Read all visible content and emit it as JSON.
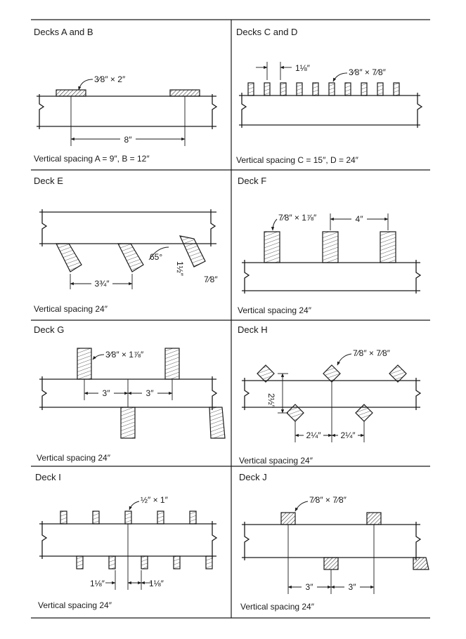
{
  "panels": {
    "ab": {
      "title": "Decks A and B",
      "spacing": "Vertical spacing  A = 9″, B = 12″",
      "dim_size": "3⁄8″ × 2″",
      "dim_gap": "8″"
    },
    "cd": {
      "title": "Decks C and D",
      "spacing": "Vertical spacing  C = 15″, D = 24″",
      "dim_gap": "1⅛″",
      "dim_size": "3⁄8″ × 7⁄8″"
    },
    "e": {
      "title": "Deck E",
      "spacing": "Vertical spacing 24″",
      "dim_gap": "3¾″",
      "dim_angle": "65°",
      "dim_depth": "1½″",
      "dim_thk": "7⁄8″"
    },
    "f": {
      "title": "Deck F",
      "spacing": "Vertical spacing 24″",
      "dim_size": "7⁄8″ × 1⅞″",
      "dim_gap": "4″"
    },
    "g": {
      "title": "Deck G",
      "spacing": "Vertical spacing 24″",
      "dim_size": "3⁄8″ × 1⅞″",
      "dim_gap1": "3″",
      "dim_gap2": "3″"
    },
    "h": {
      "title": "Deck H",
      "spacing": "Vertical spacing 24″",
      "dim_size": "7⁄8″ × 7⁄8″",
      "dim_vert": "2½″",
      "dim_gap1": "2¼″",
      "dim_gap2": "2¼″"
    },
    "i": {
      "title": "Deck I",
      "spacing": "Vertical spacing 24″",
      "dim_size": "½″ × 1″",
      "dim_gap1": "1⅛″",
      "dim_gap2": "1⅛″"
    },
    "j": {
      "title": "Deck J",
      "spacing": "Vertical spacing 24″",
      "dim_size": "7⁄8″ × 7⁄8″",
      "dim_gap1": "3″",
      "dim_gap2": "3″"
    }
  }
}
